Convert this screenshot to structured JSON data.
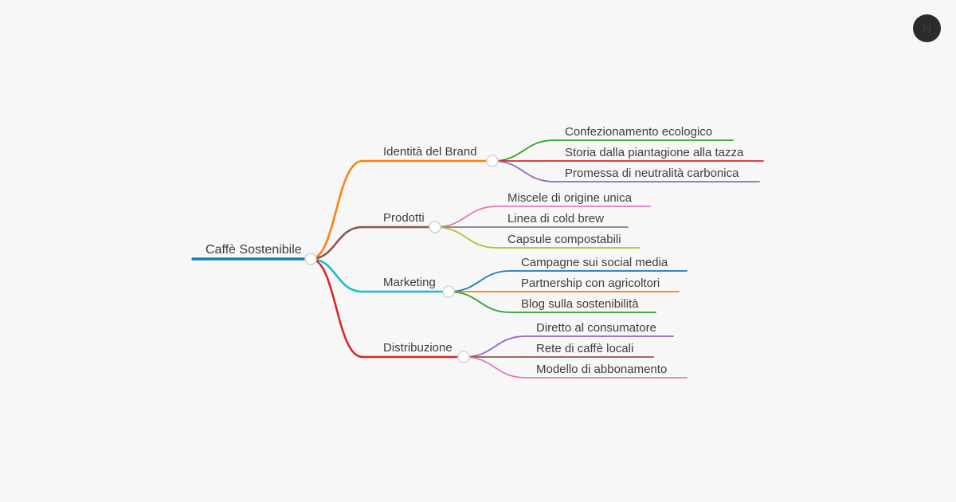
{
  "page": {
    "background": "#f7f7f7",
    "text_color": "#3d3d3d"
  },
  "logo": {
    "letter": "N",
    "background": "#2b2b2b",
    "letter_color": "#f5f5f5"
  },
  "mindmap": {
    "root": {
      "label": "Caffè Sostenibile",
      "color": "#1f77b4"
    },
    "branches": [
      {
        "label": "Identità del Brand",
        "color": "#ff7f0e",
        "children": [
          {
            "label": "Confezionamento ecologico",
            "color": "#2ca02c"
          },
          {
            "label": "Storia dalla piantagione alla tazza",
            "color": "#d62728"
          },
          {
            "label": "Promessa di neutralità carbonica",
            "color": "#9467bd"
          }
        ]
      },
      {
        "label": "Prodotti",
        "color": "#8c564b",
        "children": [
          {
            "label": "Miscele di origine unica",
            "color": "#e377c2"
          },
          {
            "label": "Linea di cold brew",
            "color": "#7f7f7f"
          },
          {
            "label": "Capsule compostabili",
            "color": "#bcbd22"
          }
        ]
      },
      {
        "label": "Marketing",
        "color": "#17becf",
        "children": [
          {
            "label": "Campagne sui social media",
            "color": "#1f77b4"
          },
          {
            "label": "Partnership con agricoltori",
            "color": "#ff7f0e"
          },
          {
            "label": "Blog sulla sostenibilità",
            "color": "#2ca02c"
          }
        ]
      },
      {
        "label": "Distribuzione",
        "color": "#d62728",
        "children": [
          {
            "label": "Diretto al consumatore",
            "color": "#9467bd"
          },
          {
            "label": "Rete di caffè locali",
            "color": "#8c564b"
          },
          {
            "label": "Modello di abbonamento",
            "color": "#e377c2"
          }
        ]
      }
    ]
  }
}
